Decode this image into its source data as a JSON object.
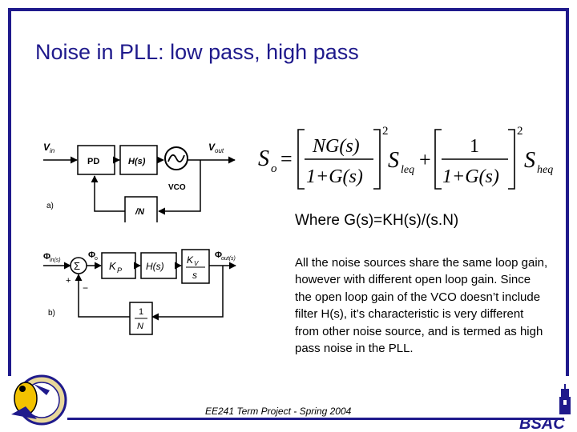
{
  "slide": {
    "title": "Noise in PLL: low pass, high pass",
    "where_text": "Where G(s)=KH(s)/(s.N)",
    "paragraph": "All the noise sources share the same loop gain, however with different open loop gain.  Since the open loop gain of the VCO doesn’t include filter H(s), it’s characteristic is very different from other noise source, and is termed as high pass noise in the PLL.",
    "footer": "EE241 Term Project - Spring 2004"
  },
  "equation": {
    "lhs": "S",
    "lhs_sub": "o",
    "term1_num": "NG(s)",
    "term1_den": "1+G(s)",
    "exp": "2",
    "term1_psd": "S",
    "term1_psd_sub": "leq",
    "plus": "+",
    "term2_num": "1",
    "term2_den": "1+G(s)",
    "term2_psd": "S",
    "term2_psd_sub": "heq"
  },
  "diagram_a": {
    "input": "V",
    "input_sub": "in",
    "pd": "PD",
    "filter": "H(s)",
    "vco": "VCO",
    "output": "V",
    "output_sub": "out",
    "divider": "/N",
    "tag": "a)"
  },
  "diagram_b": {
    "input": "Φ",
    "input_sub": "in(s)",
    "node": "Φ",
    "node_sub": "o",
    "sum": "Σ",
    "plus": "+",
    "minus": "−",
    "kp": "K",
    "kp_sub": "P",
    "filter": "H(s)",
    "kv": "K",
    "kv_sub": "V",
    "kv_den": "s",
    "output": "Φ",
    "output_sub": "out(s)",
    "fb_num": "1",
    "fb_den": "N",
    "tag": "b)"
  },
  "logos": {
    "bsac": "BSAC"
  },
  "colors": {
    "frame": "#1f1a8c",
    "title": "#1f1a8c",
    "logo_yellow": "#f2c200"
  }
}
